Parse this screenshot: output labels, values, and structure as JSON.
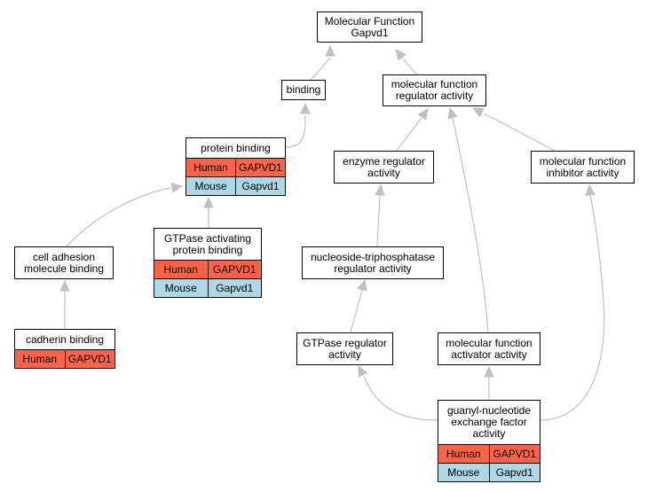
{
  "nodes": {
    "mf_root": {
      "title": "Molecular Function\nGapvd1"
    },
    "binding": {
      "title": "binding"
    },
    "mf_regulator": {
      "title": "molecular function\nregulator activity"
    },
    "protein_binding": {
      "title": "protein binding",
      "rows": [
        {
          "species": "Human",
          "gene": "GAPVD1",
          "kind": "human"
        },
        {
          "species": "Mouse",
          "gene": "Gapvd1",
          "kind": "mouse"
        }
      ]
    },
    "enzyme_regulator": {
      "title": "enzyme regulator\nactivity"
    },
    "mf_inhibitor": {
      "title": "molecular function\ninhibitor activity"
    },
    "cell_adhesion": {
      "title": "cell adhesion\nmolecule binding"
    },
    "gtpase_activating": {
      "title": "GTPase activating\nprotein binding",
      "rows": [
        {
          "species": "Human",
          "gene": "GAPVD1",
          "kind": "human"
        },
        {
          "species": "Mouse",
          "gene": "Gapvd1",
          "kind": "mouse"
        }
      ]
    },
    "ntpase_regulator": {
      "title": "nucleoside-triphosphatase\nregulator activity"
    },
    "cadherin_binding": {
      "title": "cadherin binding",
      "rows": [
        {
          "species": "Human",
          "gene": "GAPVD1",
          "kind": "human"
        }
      ]
    },
    "gtpase_regulator": {
      "title": "GTPase regulator\nactivity"
    },
    "mf_activator": {
      "title": "molecular function\nactivator activity"
    },
    "gnef_activity": {
      "title": "guanyl-nucleotide\nexchange factor\nactivity",
      "rows": [
        {
          "species": "Human",
          "gene": "GAPVD1",
          "kind": "human"
        },
        {
          "species": "Mouse",
          "gene": "Gapvd1",
          "kind": "mouse"
        }
      ]
    }
  },
  "colors": {
    "human": "#ff6347",
    "mouse": "#add8e6",
    "edge": "#c0c0c0"
  }
}
